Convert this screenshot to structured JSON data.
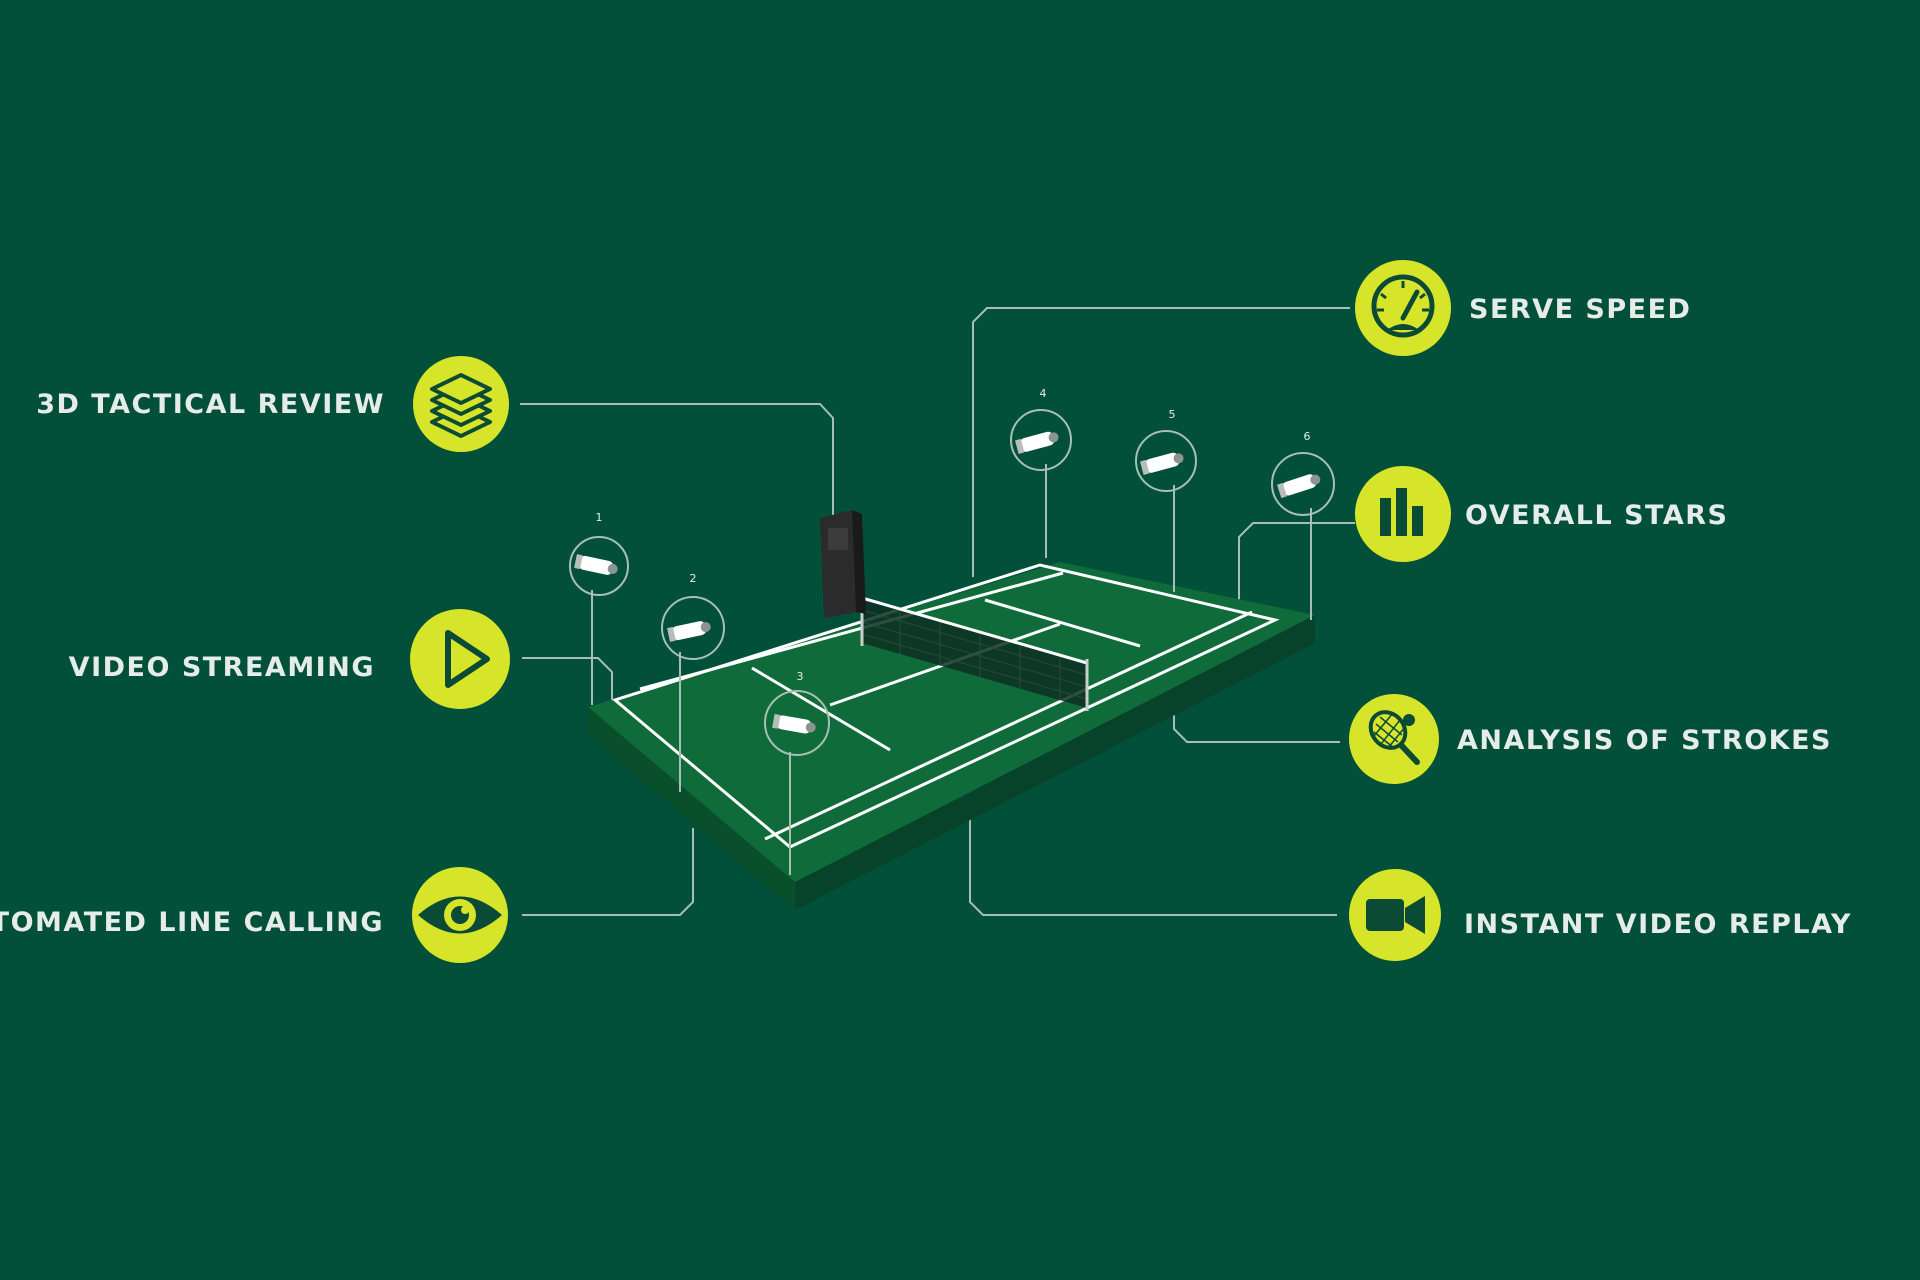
{
  "colors": {
    "background": "#02503a",
    "accent": "#d7e52a",
    "icon_ink": "#0b4a35",
    "connector": "#a7bfb4",
    "label": "#e6ece8",
    "court_surface": "#0f6b3a",
    "court_side": "#0a4f2c",
    "court_lines": "#ffffff"
  },
  "features": {
    "tactical_review": {
      "label": "3D TACTICAL REVIEW",
      "icon": "layers-icon"
    },
    "video_streaming": {
      "label": "VIDEO STREAMING",
      "icon": "play-icon"
    },
    "line_calling": {
      "label": "AUTOMATED LINE CALLING",
      "icon": "eye-icon"
    },
    "serve_speed": {
      "label": "SERVE SPEED",
      "icon": "speedometer-icon"
    },
    "overall_stars": {
      "label": "OVERALL STARS",
      "icon": "bar-chart-icon"
    },
    "stroke_analysis": {
      "label": "ANALYSIS OF STROKES",
      "icon": "tennis-racket-icon"
    },
    "video_replay": {
      "label": "INSTANT VIDEO REPLAY",
      "icon": "video-camera-icon"
    }
  },
  "cameras": {
    "c1": {
      "number": "1"
    },
    "c2": {
      "number": "2"
    },
    "c3": {
      "number": "3"
    },
    "c4": {
      "number": "4"
    },
    "c5": {
      "number": "5"
    },
    "c6": {
      "number": "6"
    }
  }
}
